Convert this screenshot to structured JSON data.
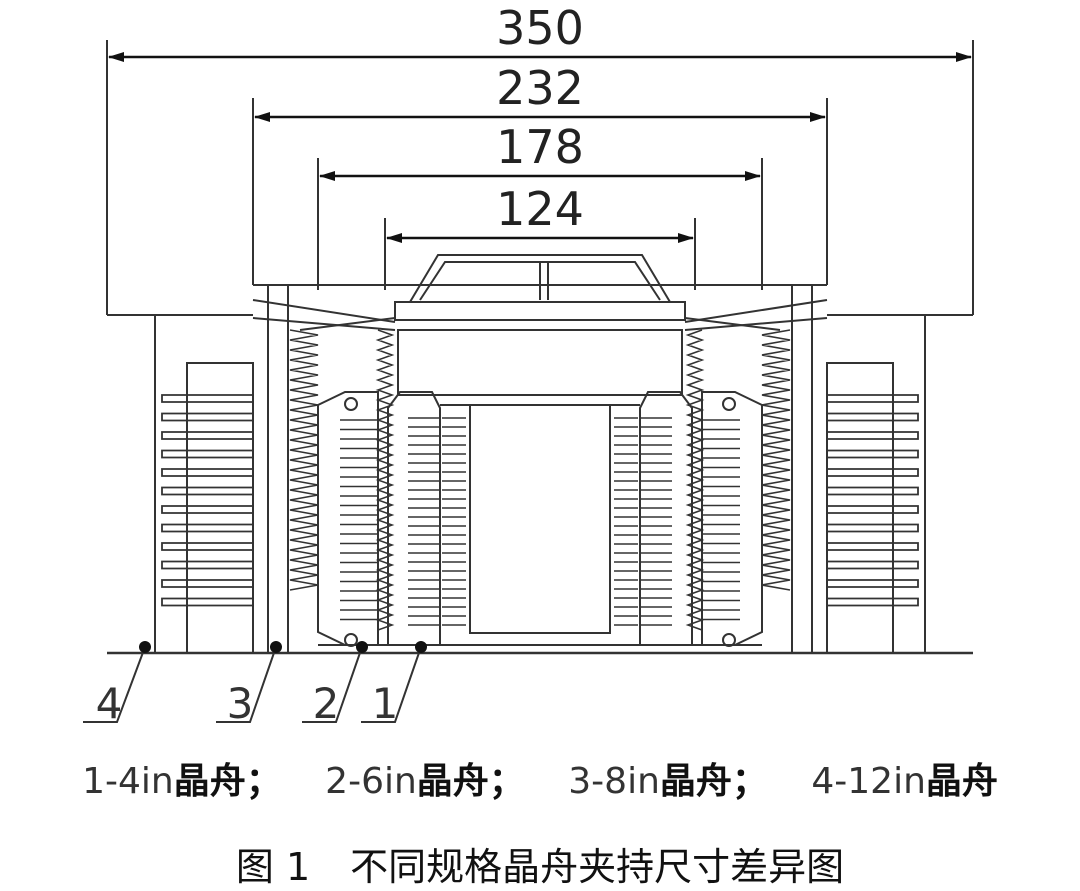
{
  "dimensions": {
    "d350": "350",
    "d232": "232",
    "d178": "178",
    "d124": "124"
  },
  "callouts": [
    "1",
    "2",
    "3",
    "4"
  ],
  "legend": [
    {
      "code": "1-4in",
      "name": "晶舟；"
    },
    {
      "code": "2-6in",
      "name": "晶舟；"
    },
    {
      "code": "3-8in",
      "name": "晶舟；"
    },
    {
      "code": "4-12in",
      "name": "晶舟"
    }
  ],
  "caption": {
    "number": "图 1",
    "title": "不同规格晶舟夹持尺寸差异图"
  }
}
